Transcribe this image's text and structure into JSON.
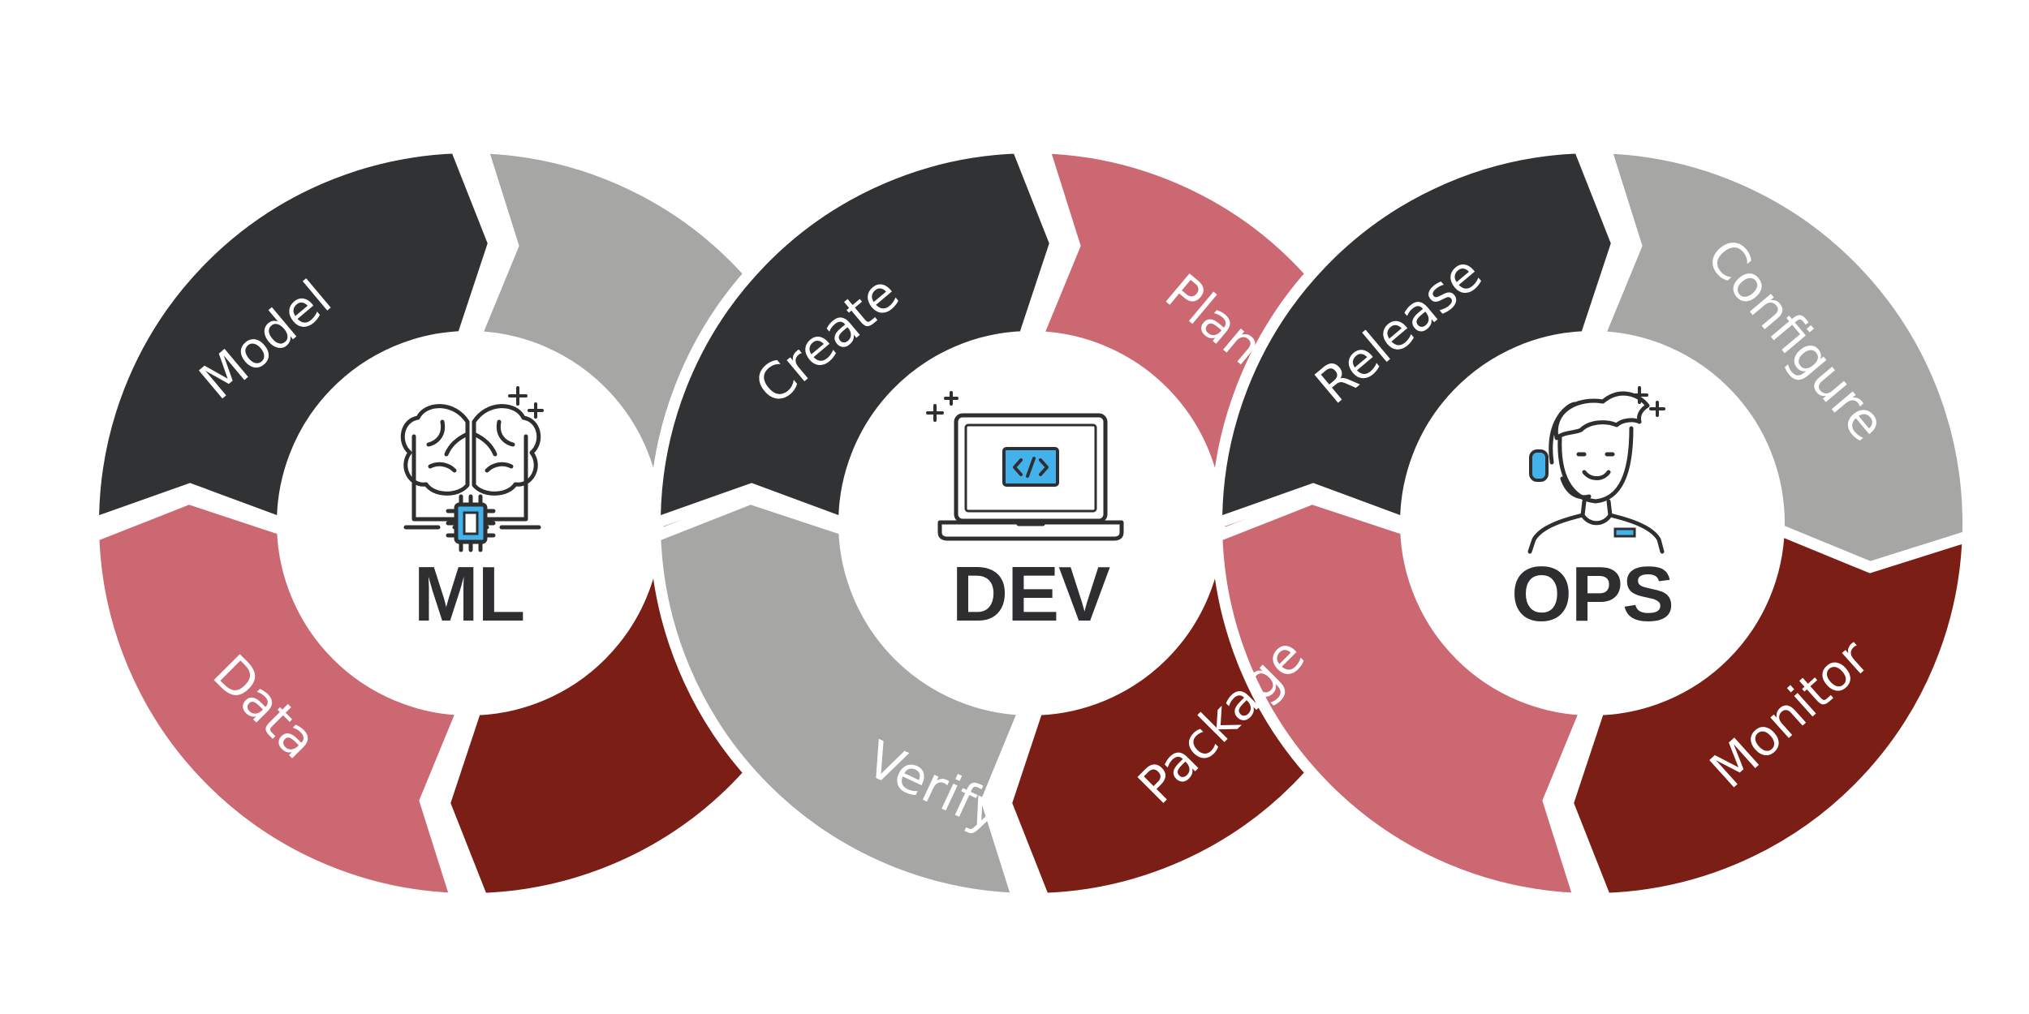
{
  "colors": {
    "dark": "#313234",
    "gray": "#a6a7a5",
    "pink": "#cc6871",
    "maroon": "#7b1e15",
    "accent_blue": "#43b2ea",
    "line": "#2f2f31",
    "background": "#ffffff"
  },
  "rings": [
    {
      "id": "ml",
      "title": "ML",
      "icon": "brain-chip-icon",
      "segments": [
        {
          "label": "Model",
          "color": "dark"
        },
        {
          "label": "",
          "color": "gray"
        },
        {
          "label": "",
          "color": "maroon"
        },
        {
          "label": "Data",
          "color": "pink"
        }
      ]
    },
    {
      "id": "dev",
      "title": "DEV",
      "icon": "laptop-code-icon",
      "segments": [
        {
          "label": "Create",
          "color": "dark"
        },
        {
          "label": "Plan",
          "color": "pink"
        },
        {
          "label": "Package",
          "color": "maroon"
        },
        {
          "label": "Verify",
          "color": "gray"
        }
      ]
    },
    {
      "id": "ops",
      "title": "OPS",
      "icon": "support-agent-icon",
      "segments": [
        {
          "label": "Release",
          "color": "dark"
        },
        {
          "label": "Configure",
          "color": "gray"
        },
        {
          "label": "Monitor",
          "color": "maroon"
        },
        {
          "label": "",
          "color": "pink"
        }
      ]
    }
  ]
}
